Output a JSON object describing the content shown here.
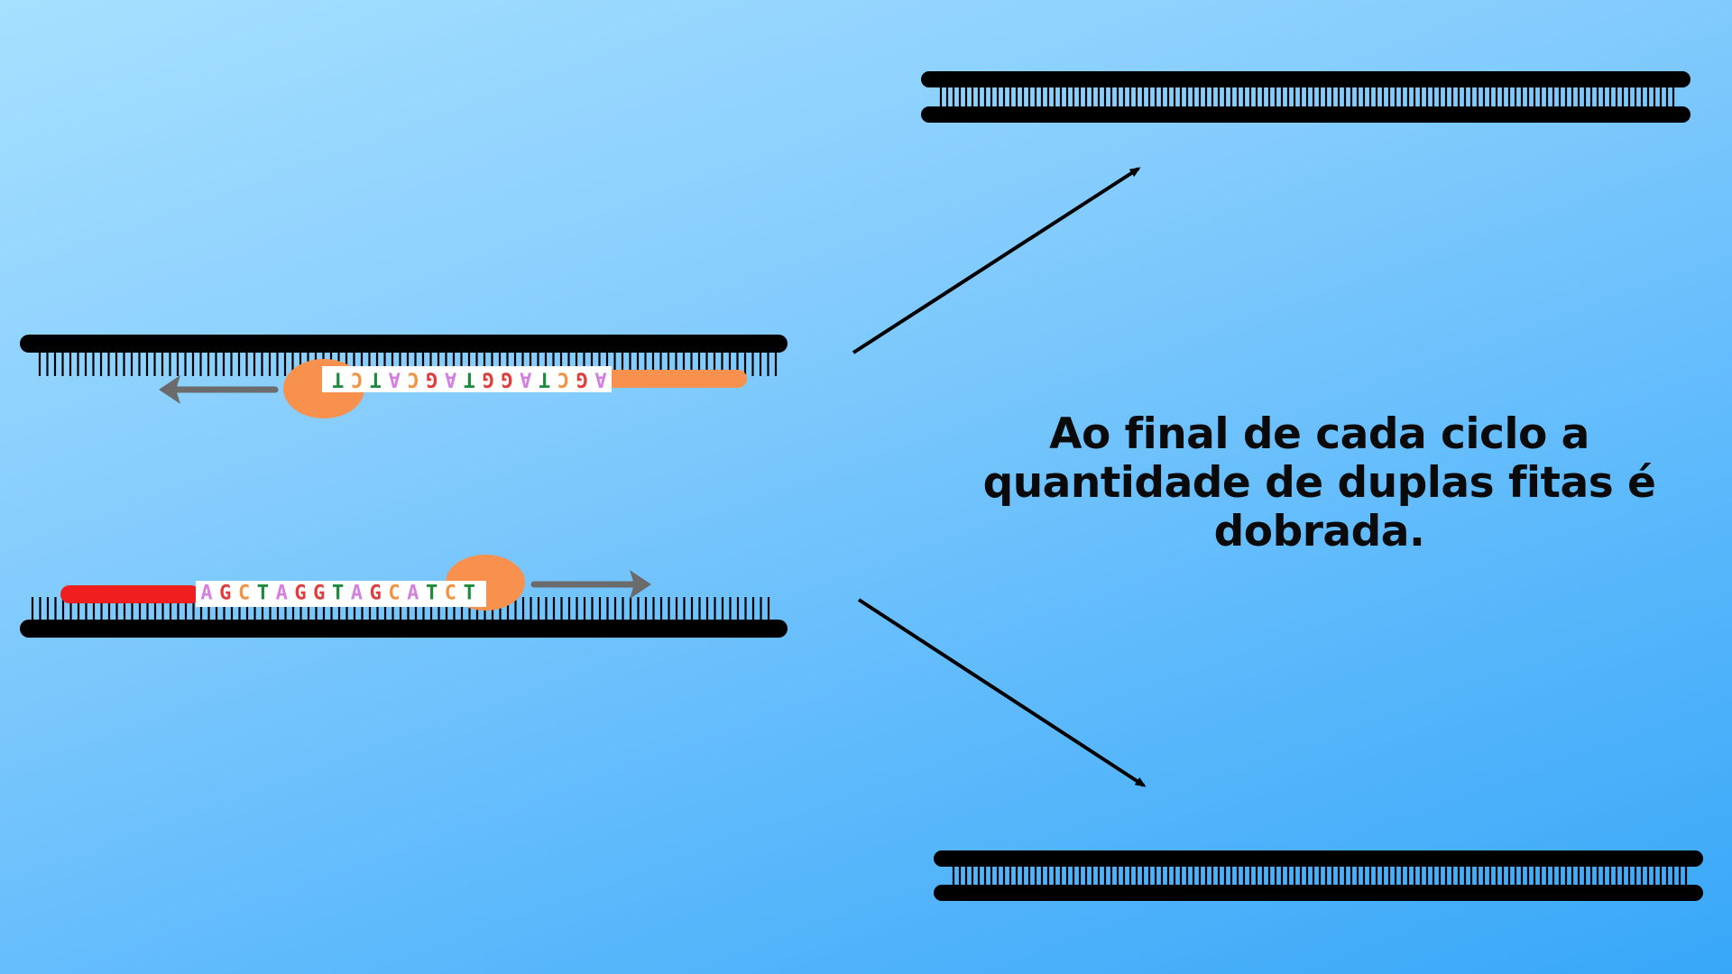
{
  "caption": {
    "line1": "Ao final de cada ciclo a",
    "line2": "quantidade de duplas fitas é",
    "line3": "dobrada."
  },
  "top_strand": {
    "sequence": [
      "A",
      "G",
      "C",
      "T",
      "A",
      "G",
      "G",
      "T",
      "A",
      "G",
      "C",
      "A",
      "T",
      "C",
      "T"
    ],
    "direction": "left"
  },
  "bottom_strand": {
    "sequence": [
      "A",
      "G",
      "C",
      "T",
      "A",
      "G",
      "G",
      "T",
      "A",
      "G",
      "C",
      "A",
      "T",
      "C",
      "T"
    ],
    "direction": "right"
  },
  "colors": {
    "A": "#d47ee0",
    "G": "#e23b3b",
    "C": "#f29340",
    "T": "#1e8a3c",
    "strand": "#000000",
    "polymerase": "#f8914e",
    "primer_red": "#f01e1e",
    "arrow_gray": "#6b6b6b"
  }
}
